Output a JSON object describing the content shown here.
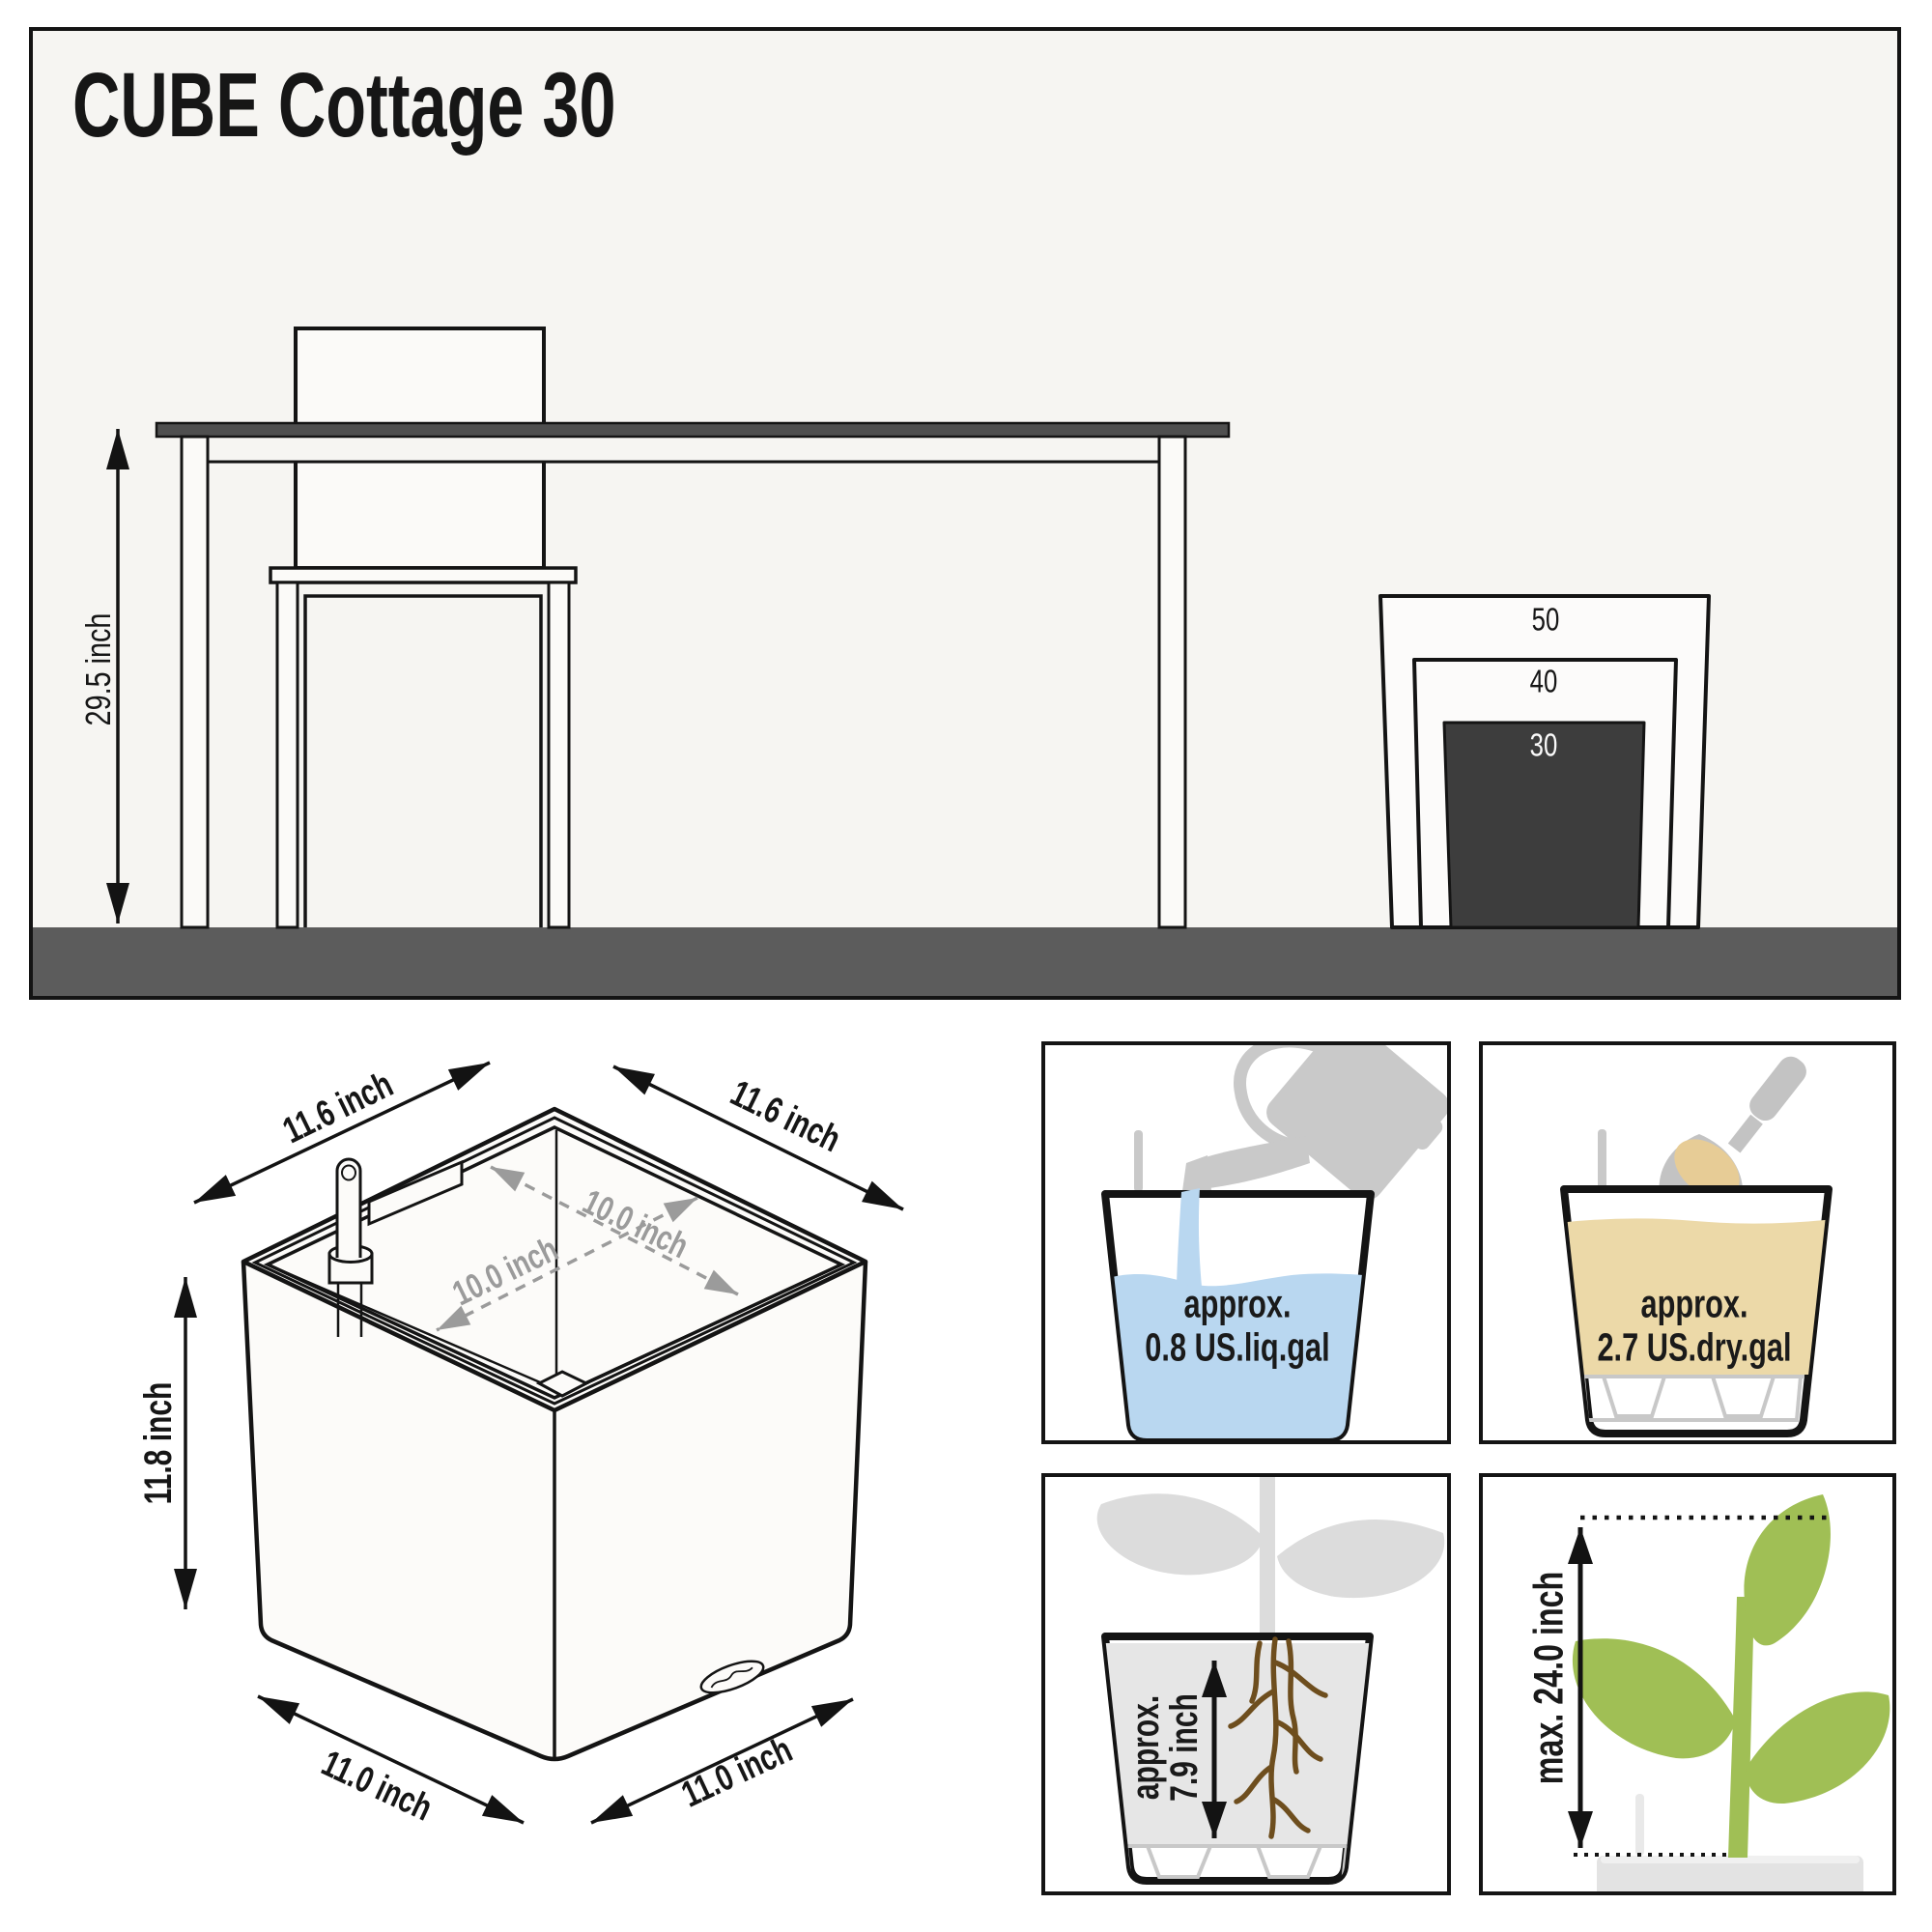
{
  "title": "CUBE Cottage 30",
  "scene": {
    "height_label": "29.5 inch",
    "planter_sizes": [
      {
        "label": "50"
      },
      {
        "label": "40"
      },
      {
        "label": "30"
      }
    ]
  },
  "cube": {
    "top_left_edge": "11.6 inch",
    "top_right_edge": "11.6 inch",
    "inner_width": "10.0 inch",
    "inner_depth": "10.0 inch",
    "height": "11.8 inch",
    "bottom_left_edge": "11.0 inch",
    "bottom_right_edge": "11.0 inch"
  },
  "info_boxes": {
    "water": {
      "line1": "approx.",
      "line2": "0.8 US.liq.gal"
    },
    "substrate": {
      "line1": "approx.",
      "line2": "2.7 US.dry.gal"
    },
    "root_depth": {
      "line1": "approx.",
      "line2": "7.9 inch"
    },
    "plant_height": {
      "label": "max. 24.0 inch"
    }
  },
  "colors": {
    "water_blue": "#b9d7f0",
    "substrate_tan": "#ecd9a8",
    "plant_green": "#a0bf55",
    "floor_gray": "#5c5c5c",
    "selected_size_dark": "#3d3d3d"
  }
}
